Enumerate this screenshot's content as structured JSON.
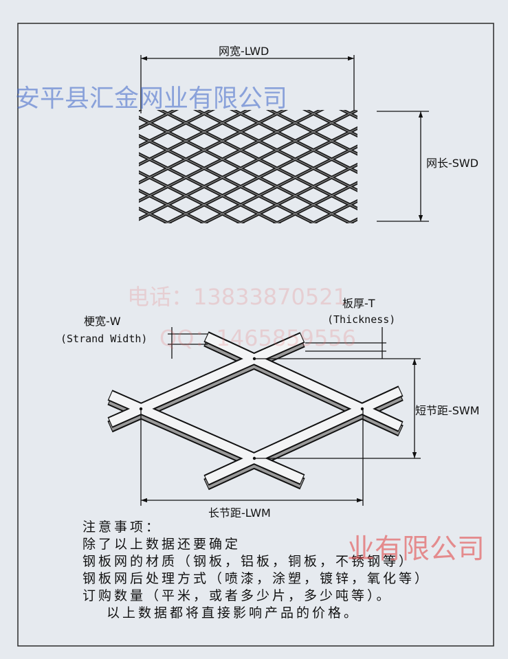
{
  "watermarks": {
    "company": "安平县汇金网业有限公司",
    "phone": "电话：13833870521",
    "qq": "QQ：1465859556",
    "company_partial": "业有限公司"
  },
  "mesh_diagram": {
    "width_label": "网宽-LWD",
    "length_label": "网长-SWD"
  },
  "strand_diagram": {
    "thickness_label": "板厚-T",
    "thickness_label_en": "(Thickness)",
    "strand_width_label": "梗宽-W",
    "strand_width_label_en": "(Strand Width)",
    "short_pitch_label": "短节距-SWM",
    "long_pitch_label": "长节距-LWM"
  },
  "notes": {
    "heading": "注意事项：",
    "lines": [
      "除了以上数据还要确定",
      "钢板网的材质（钢板，铝板，铜板，不锈钢等）",
      "钢板网后处理方式（喷漆，涂塑，镀锌，氧化等）",
      "订购数量（平米，或者多少片，多少吨等）。",
      "以上数据都将直接影响产品的价格。"
    ]
  }
}
